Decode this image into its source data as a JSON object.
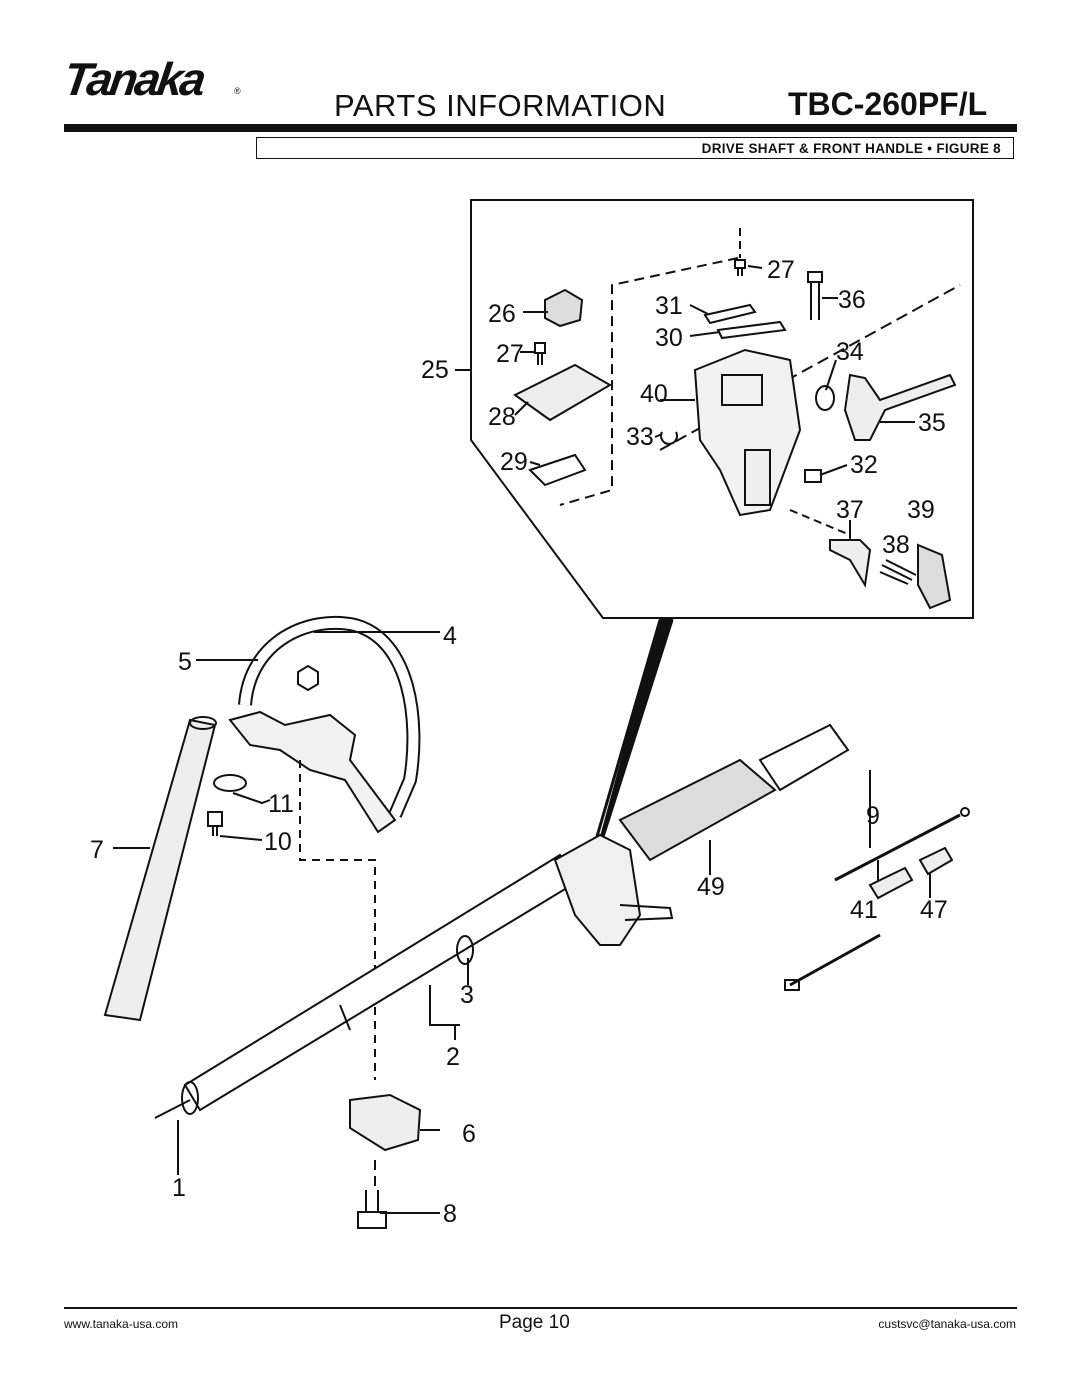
{
  "header": {
    "logo": "Tanaka",
    "logo_mark": "®",
    "title": "PARTS INFORMATION",
    "model": "TBC-260PF/L",
    "subtitle": "DRIVE SHAFT & FRONT HANDLE • FIGURE 8"
  },
  "callouts": {
    "n1": "1",
    "n2": "2",
    "n3": "3",
    "n4": "4",
    "n5": "5",
    "n6": "6",
    "n7": "7",
    "n8": "8",
    "n9": "9",
    "n10": "10",
    "n11": "11",
    "n25": "25",
    "n26": "26",
    "n27a": "27",
    "n27b": "27",
    "n28": "28",
    "n29": "29",
    "n30": "30",
    "n31": "31",
    "n32": "32",
    "n33": "33",
    "n34": "34",
    "n35": "35",
    "n36": "36",
    "n37": "37",
    "n38": "38",
    "n39": "39",
    "n40": "40",
    "n41": "41",
    "n47": "47",
    "n49": "49"
  },
  "footer": {
    "website": "www.tanaka-usa.com",
    "page": "Page 10",
    "email": "custsvc@tanaka-usa.com"
  }
}
